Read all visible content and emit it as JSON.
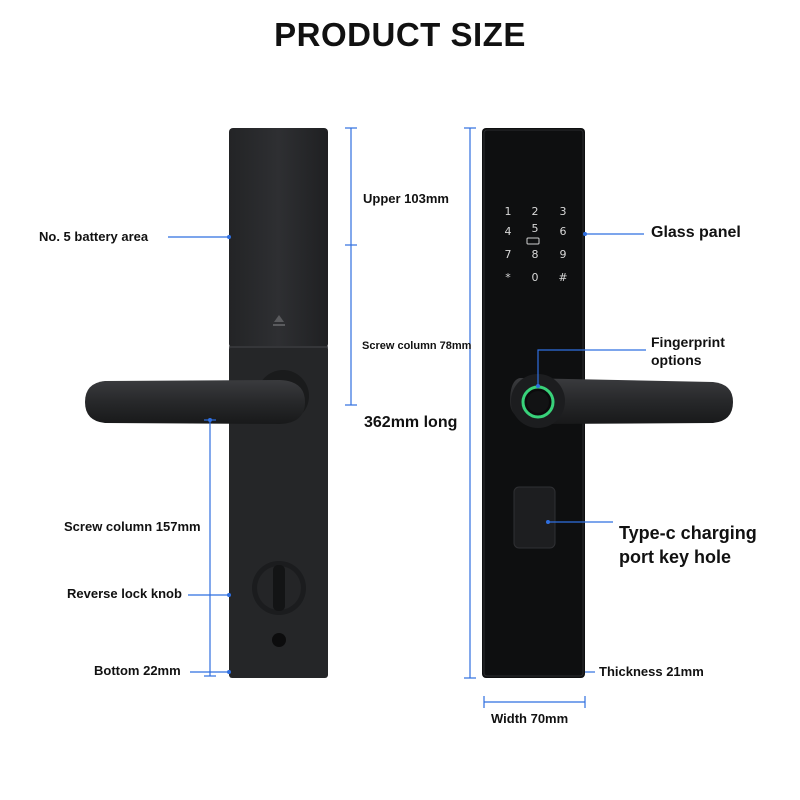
{
  "title": "PRODUCT SIZE",
  "labels": {
    "battery_area": "No. 5 battery area",
    "upper": "Upper 103mm",
    "screw_column_78": "Screw column 78mm",
    "total_length": "362mm long",
    "screw_column_157": "Screw column 157mm",
    "reverse_lock_knob": "Reverse lock knob",
    "bottom": "Bottom 22mm",
    "glass_panel": "Glass panel",
    "fingerprint_line1": "Fingerprint",
    "fingerprint_line2": "options",
    "typec_line1": "Type-c charging",
    "typec_line2": "port key hole",
    "thickness": "Thickness 21mm",
    "width": "Width 70mm"
  },
  "keypad": [
    "1",
    "2",
    "3",
    "4",
    "5",
    "6",
    "7",
    "8",
    "9",
    "*",
    "0",
    "#"
  ],
  "colors": {
    "dimension_line": "#2f6fe0",
    "lock_body": "#2a2b2d",
    "lock_front": "#0d0d0f",
    "fingerprint_ring": "#38d27a"
  }
}
